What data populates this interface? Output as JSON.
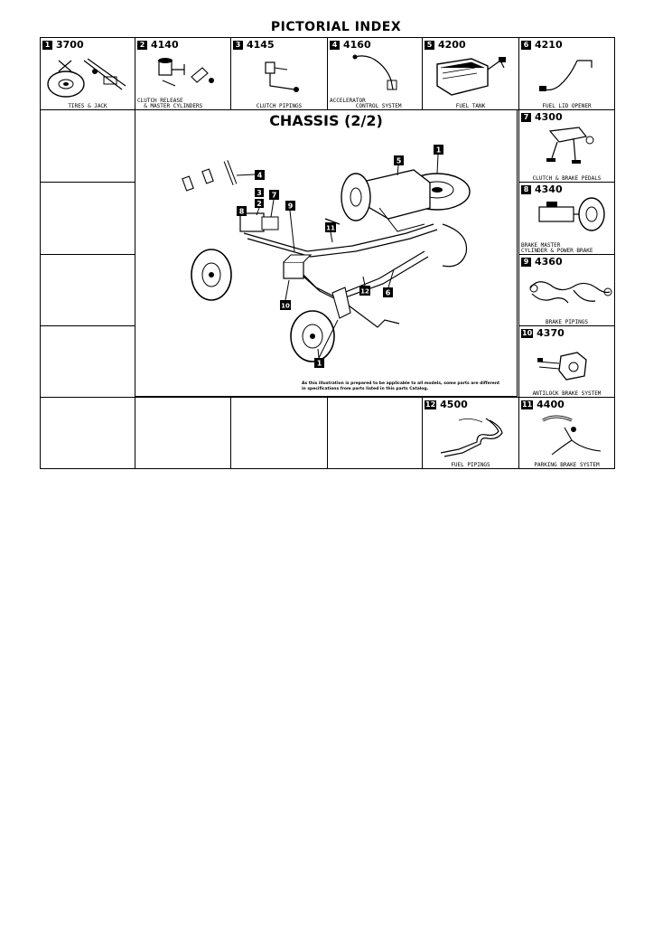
{
  "page": {
    "title": "PICTORIAL INDEX"
  },
  "top_row": [
    {
      "num": "1",
      "code": "3700",
      "caption": "TIRES & JACK"
    },
    {
      "num": "2",
      "code": "4140",
      "caption_lines": [
        "CLUTCH RELEASE",
        "  & MASTER CYLINDERS"
      ]
    },
    {
      "num": "3",
      "code": "4145",
      "caption": "CLUTCH PIPINGS"
    },
    {
      "num": "4",
      "code": "4160",
      "caption_lines": [
        "ACCELERATOR",
        "        CONTROL SYSTEM"
      ]
    },
    {
      "num": "5",
      "code": "4200",
      "caption": "FUEL TANK"
    },
    {
      "num": "6",
      "code": "4210",
      "caption": "FUEL LID OPENER"
    }
  ],
  "right_column": [
    {
      "num": "7",
      "code": "4300",
      "caption": "CLUTCH & BRAKE PEDALS"
    },
    {
      "num": "8",
      "code": "4340",
      "caption_lines": [
        "BRAKE MASTER",
        "CYLINDER & POWER BRAKE"
      ]
    },
    {
      "num": "9",
      "code": "4360",
      "caption": "BRAKE PIPINGS"
    },
    {
      "num": "10",
      "code": "4370",
      "caption": "ANTILOCK BRAKE SYSTEM"
    },
    {
      "num": "11",
      "code": "4400",
      "caption": "PARKING BRAKE SYSTEM"
    }
  ],
  "bottom_row": [
    {
      "num": "12",
      "code": "4500",
      "caption": "FUEL PIPINGS"
    }
  ],
  "chassis": {
    "title": "CHASSIS (2/2)",
    "note_lines": [
      "As this illustration is prepared to be applicable to all models, some parts are different",
      "in specifications from parts listed in this parts Catalog."
    ],
    "callouts": [
      "1",
      "5",
      "4",
      "3",
      "2",
      "7",
      "9",
      "8",
      "11",
      "12",
      "6",
      "10",
      "1"
    ]
  }
}
